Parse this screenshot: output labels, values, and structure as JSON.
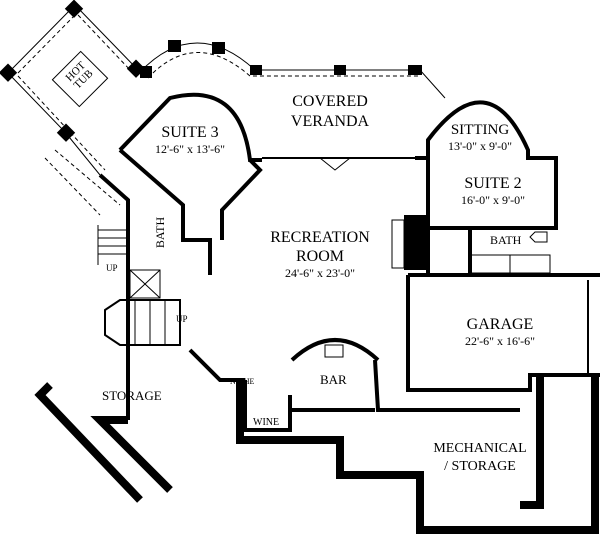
{
  "rooms": {
    "hot_tub": {
      "line1": "HOT",
      "line2": "TUB"
    },
    "covered_veranda": {
      "line1": "COVERED",
      "line2": "VERANDA"
    },
    "suite3": {
      "name": "SUITE 3",
      "size": "12'-6\" x 13'-6\""
    },
    "sitting": {
      "name": "SITTING",
      "size": "13'-0\" x 9'-0\""
    },
    "suite2": {
      "name": "SUITE 2",
      "size": "16'-0\" x 9'-0\""
    },
    "bath_left": "BATH",
    "bath_right": "BATH",
    "recreation": {
      "line1": "RECREATION",
      "line2": "ROOM",
      "size": "24'-6\" x 23'-0\""
    },
    "garage": {
      "name": "GARAGE",
      "size": "22'-6\" x 16'-6\""
    },
    "storage": "STORAGE",
    "niche": "NICHE",
    "bar": "BAR",
    "wine": "WINE",
    "mechanical": {
      "line1": "MECHANICAL",
      "line2": "/ STORAGE"
    },
    "up_left": "UP",
    "up_mid": "UP"
  }
}
